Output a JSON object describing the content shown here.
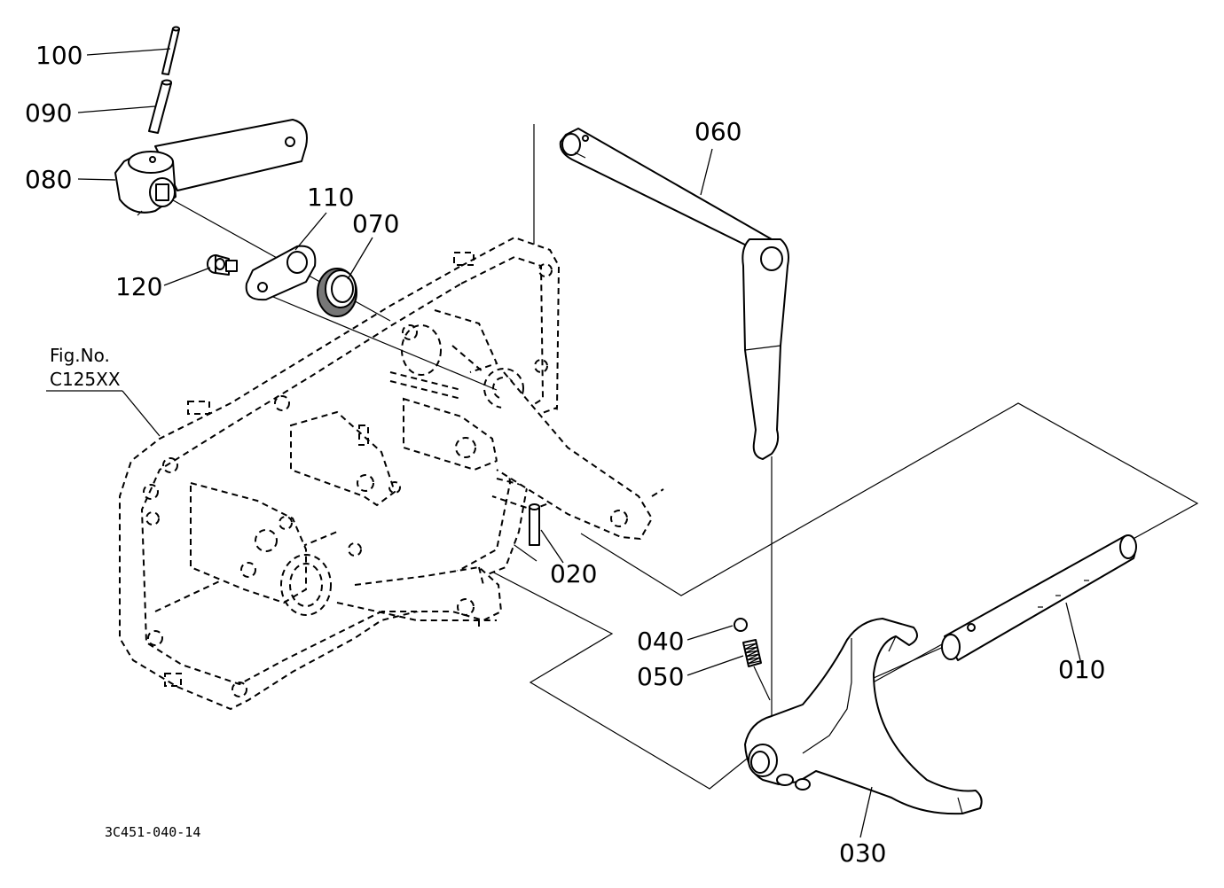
{
  "figure": {
    "reference_label": "Fig.No.",
    "reference_code": "C125XX",
    "drawing_number": "3C451-040-14"
  },
  "parts": [
    {
      "id": "100"
    },
    {
      "id": "090"
    },
    {
      "id": "080"
    },
    {
      "id": "110"
    },
    {
      "id": "070"
    },
    {
      "id": "120"
    },
    {
      "id": "060"
    },
    {
      "id": "020"
    },
    {
      "id": "040"
    },
    {
      "id": "050"
    },
    {
      "id": "010"
    },
    {
      "id": "030"
    }
  ]
}
